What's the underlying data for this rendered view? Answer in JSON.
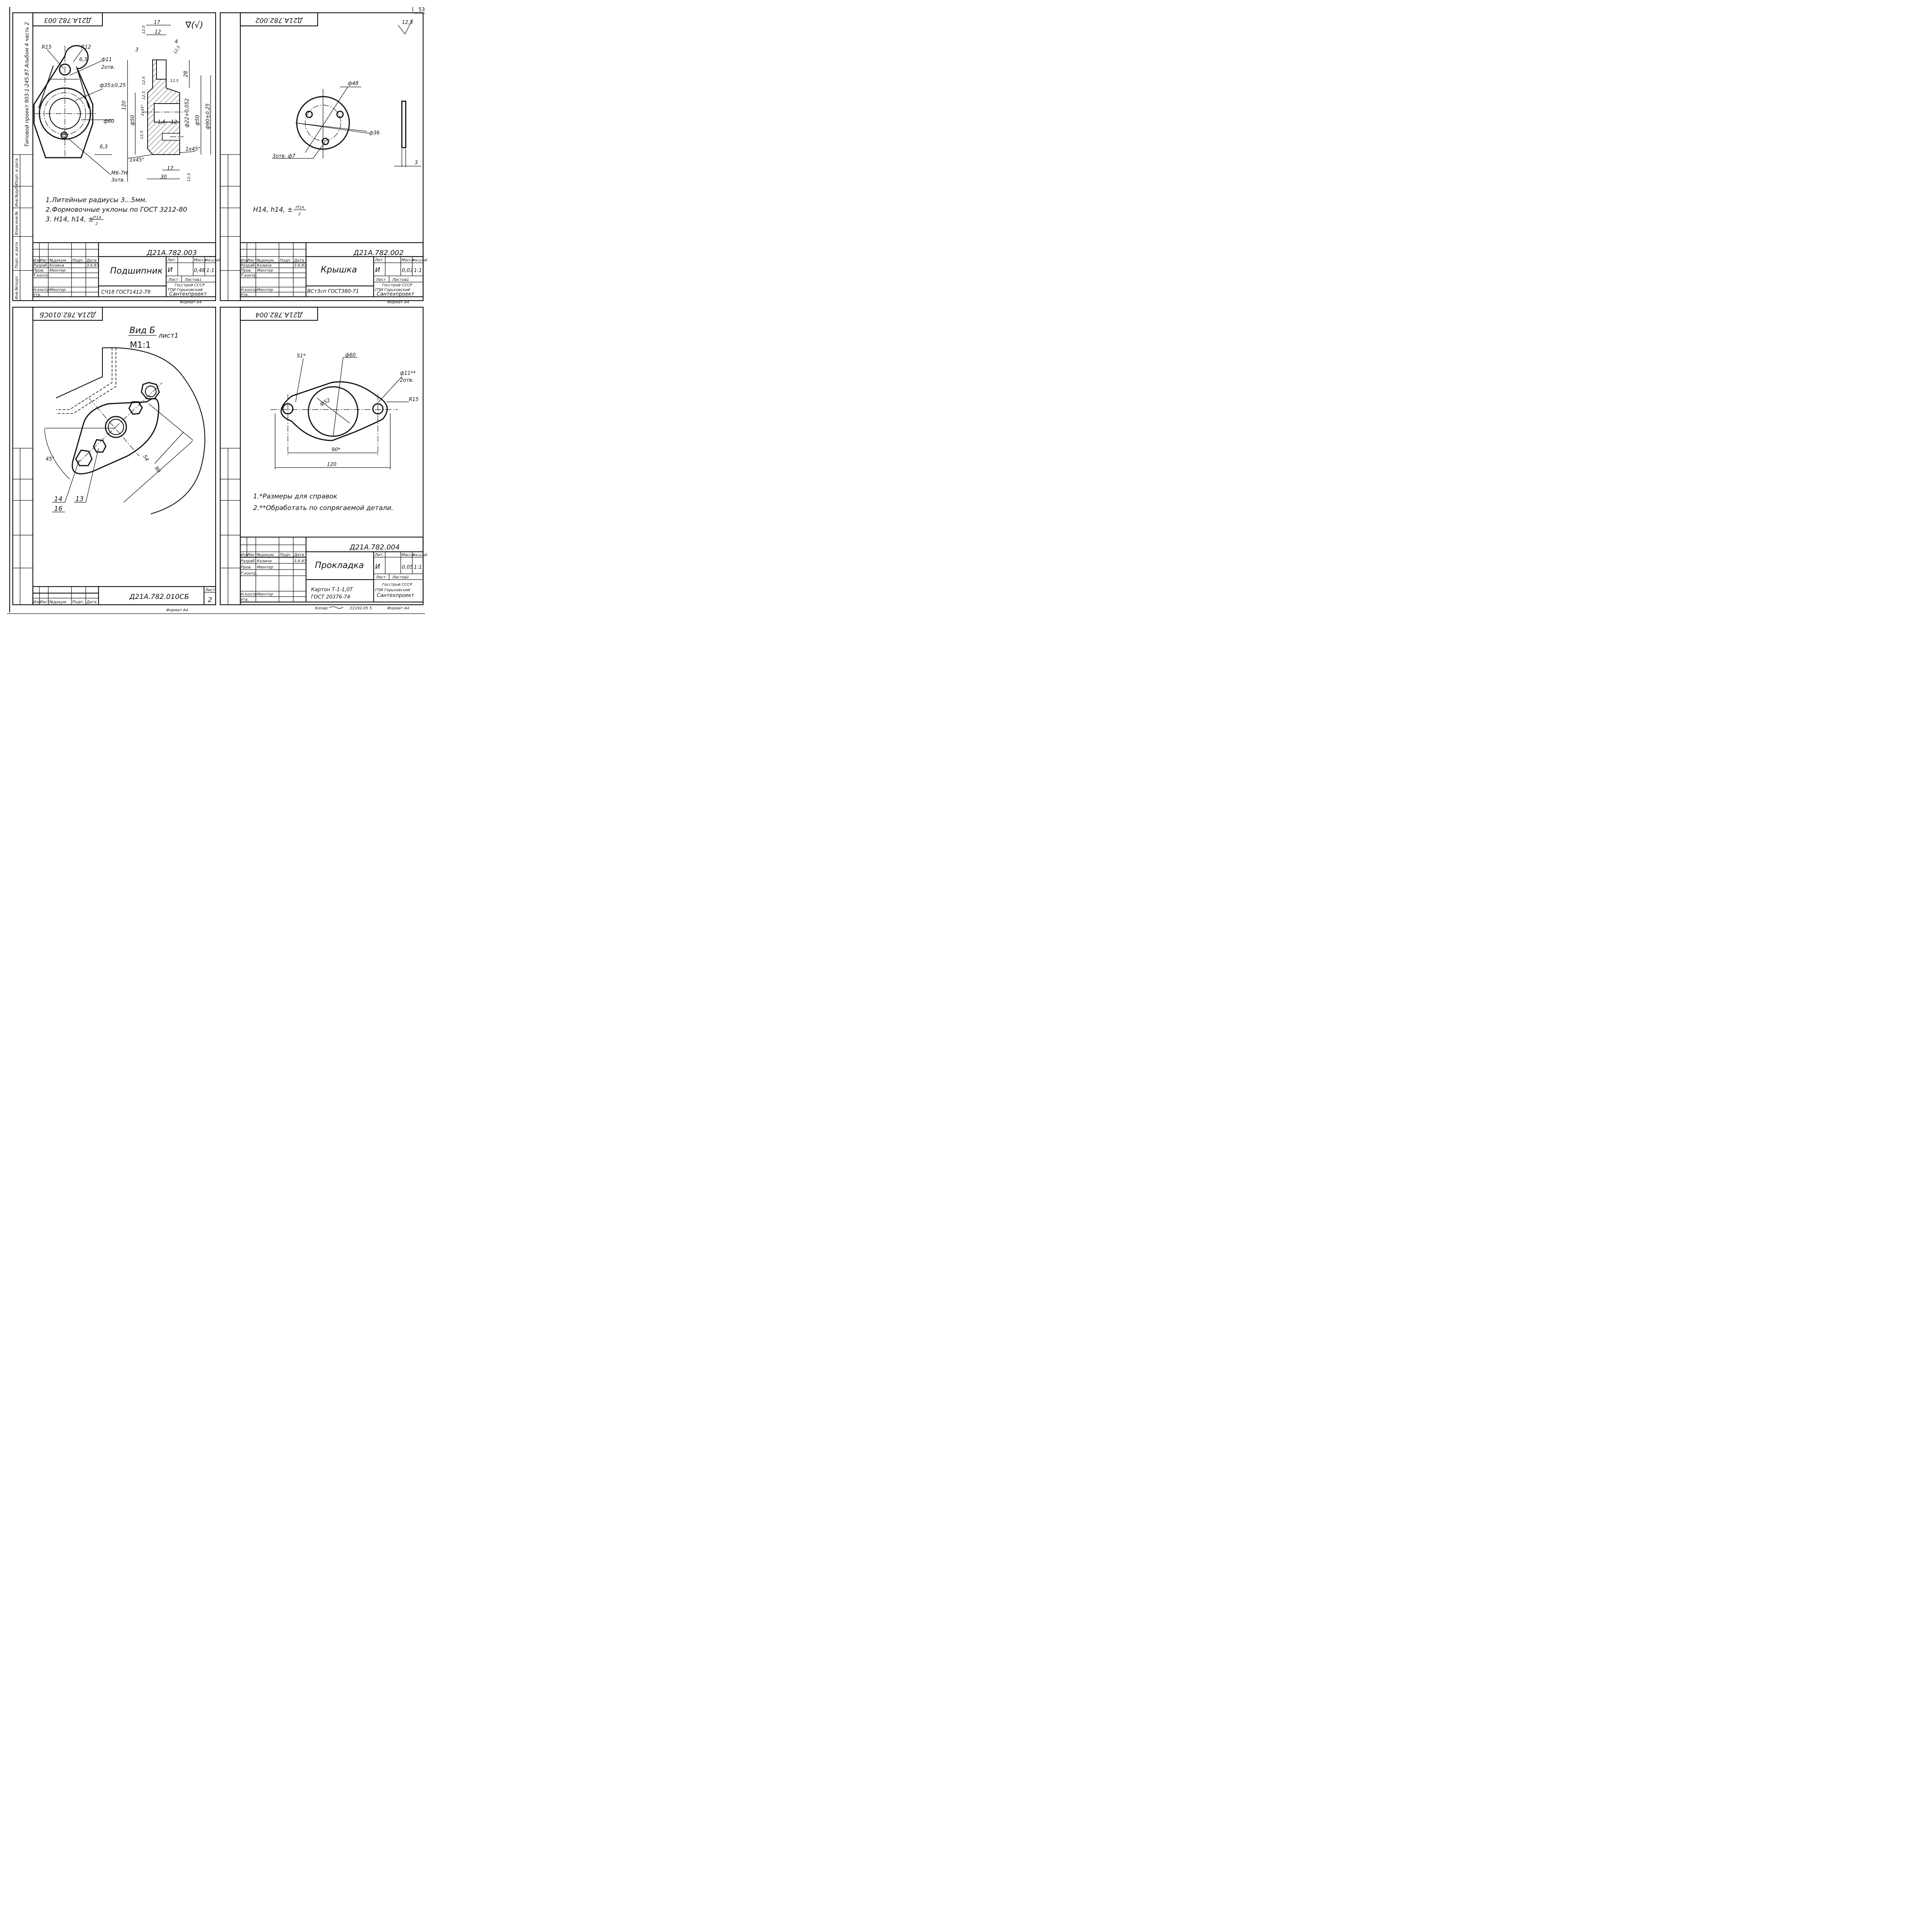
{
  "page_number": "53",
  "bottom_copy_label": "Копир.",
  "bottom_code": "22192-05 5",
  "album_label": "Типовой проект 903-1-245.87 Альбом 4 часть 2",
  "side_stamp": [
    "Инв.№подл.",
    "Подп. и дата",
    "Взам.инв.№",
    "Инв.№дубл.",
    "Подп. и дата"
  ],
  "sheets": [
    {
      "id": "bearing",
      "code": "Д21А.782.003",
      "code_rotated": "Д21А.782.003",
      "title": "Подшипник",
      "material": "СЧ18 ГОСТ1412-79",
      "roughness": "∇(√)",
      "mass": "0,48",
      "scale": "1:1",
      "litera": "И",
      "sheet_label": "Лист",
      "sheets_label": "Листов1",
      "org1": "Госстрой СССР",
      "org2": "ГПИ Горьковский",
      "org3": "Сантехпроект",
      "format": "Формат А4",
      "dims": [
        "R15",
        "R12",
        "6,3",
        "ф11",
        "2отв.",
        "ф35±0,25",
        "ф60",
        "6,3",
        "М6-7Н",
        "3отв.",
        "17",
        "12",
        "4",
        "3",
        "12,5",
        "12,5",
        "28",
        "12,5",
        "12,5",
        "120",
        "12,5",
        "2х45°",
        "ф50",
        "ф22+0,052",
        "ф50",
        "ф90±0,25",
        "1,6",
        "12",
        "12,5",
        "1х45°",
        "1х45°",
        "17",
        "30",
        "12,5"
      ],
      "notes": [
        "1.Литейные радиусы 3...5мм.",
        "2.Формовочные уклоны по ГОСТ 3212-80",
        "3. Н14, h14, ±"
      ],
      "note_fraction_top": "IT14",
      "note_fraction_bottom": "2",
      "signers": {
        "dev_role": "Разраб.",
        "dev_name": "Козина",
        "check_role": "Пров.",
        "check_name": "Мюнтер",
        "tcontr_role": "Т.контр.",
        "ncontr_role": "Н.контр.",
        "ncontr_name": "Мюнтер",
        "appr_role": "Утв.",
        "date": "3.6.87"
      }
    },
    {
      "id": "cover",
      "code": "Д21А.782.002",
      "code_rotated": "Д21А.782.002",
      "title": "Крышка",
      "material": "ВСт3сп ГОСТ380-71",
      "roughness": "12,5",
      "mass": "0,03",
      "scale": "1:1",
      "litera": "И",
      "sheet_label": "Лист",
      "sheets_label": "Листов1",
      "org1": "Госстрой СССР",
      "org2": "ГПИ Горьковский",
      "org3": "Сантехпроект",
      "format": "Формат А4",
      "dims": [
        "ф48",
        "ф36",
        "3отв. ф7",
        "3"
      ],
      "note": "Н14, h14, ±",
      "note_fraction_top": "IT14",
      "note_fraction_bottom": "2",
      "signers": {
        "dev_role": "Разраб.",
        "dev_name": "Козина",
        "check_role": "Пров.",
        "check_name": "Мюнтер",
        "tcontr_role": "Т.контр.",
        "ncontr_role": "Н.контр.",
        "ncontr_name": "Мюнтер",
        "appr_role": "Утв.",
        "date": "3.6.87"
      }
    },
    {
      "id": "view-b",
      "code": "Д21А.782.010СБ",
      "code_rotated": "Д21А.782.010СБ",
      "view_title": "Вид Б",
      "view_sheet": "лист1",
      "view_scale": "М1:1",
      "dims": [
        "45°",
        "54",
        "90",
        "14",
        "16",
        "13"
      ],
      "sheet_label": "Лист",
      "sheet_number": "2",
      "format": "Формат А4",
      "header_cols": [
        "Изм",
        "Лист",
        "№докум.",
        "Подп.",
        "Дата"
      ]
    },
    {
      "id": "gasket",
      "code": "Д21А.782.004",
      "code_rotated": "Д21А.782.004",
      "title": "Прокладка",
      "material_line1": "Картон Т-1-1,0Т",
      "material_line2": "ГОСТ 20376-74",
      "mass": "0,05",
      "scale": "1:1",
      "litera": "И",
      "sheet_label": "Лист",
      "sheets_label": "Листов1",
      "org1": "Госстрой СССР",
      "org2": "ГПИ Горьковский",
      "org3": "Сантехпроект",
      "format": "Формат А4",
      "dims": [
        "S1*",
        "ф60",
        "ф11**",
        "2отв.",
        "R15",
        "ф52",
        "90*",
        "120"
      ],
      "notes": [
        "1.*Размеры для справок",
        "2.**Обработать по сопрягаемой детали."
      ],
      "signers": {
        "dev_role": "Разраб.",
        "dev_name": "Козина",
        "check_role": "Пров.",
        "check_name": "Мюнтер",
        "tcontr_role": "Т.контр.",
        "ncontr_role": "Н.контр.",
        "ncontr_name": "Мюнтер",
        "appr_role": "Утв.",
        "date": "3.6.87"
      }
    }
  ],
  "tb_header": {
    "izm": "Изм",
    "list": "Лист",
    "doc": "№докум.",
    "sign": "Подп.",
    "date": "Дата",
    "lit": "Лит.",
    "mass": "Масса",
    "scale": "Масштаб"
  }
}
